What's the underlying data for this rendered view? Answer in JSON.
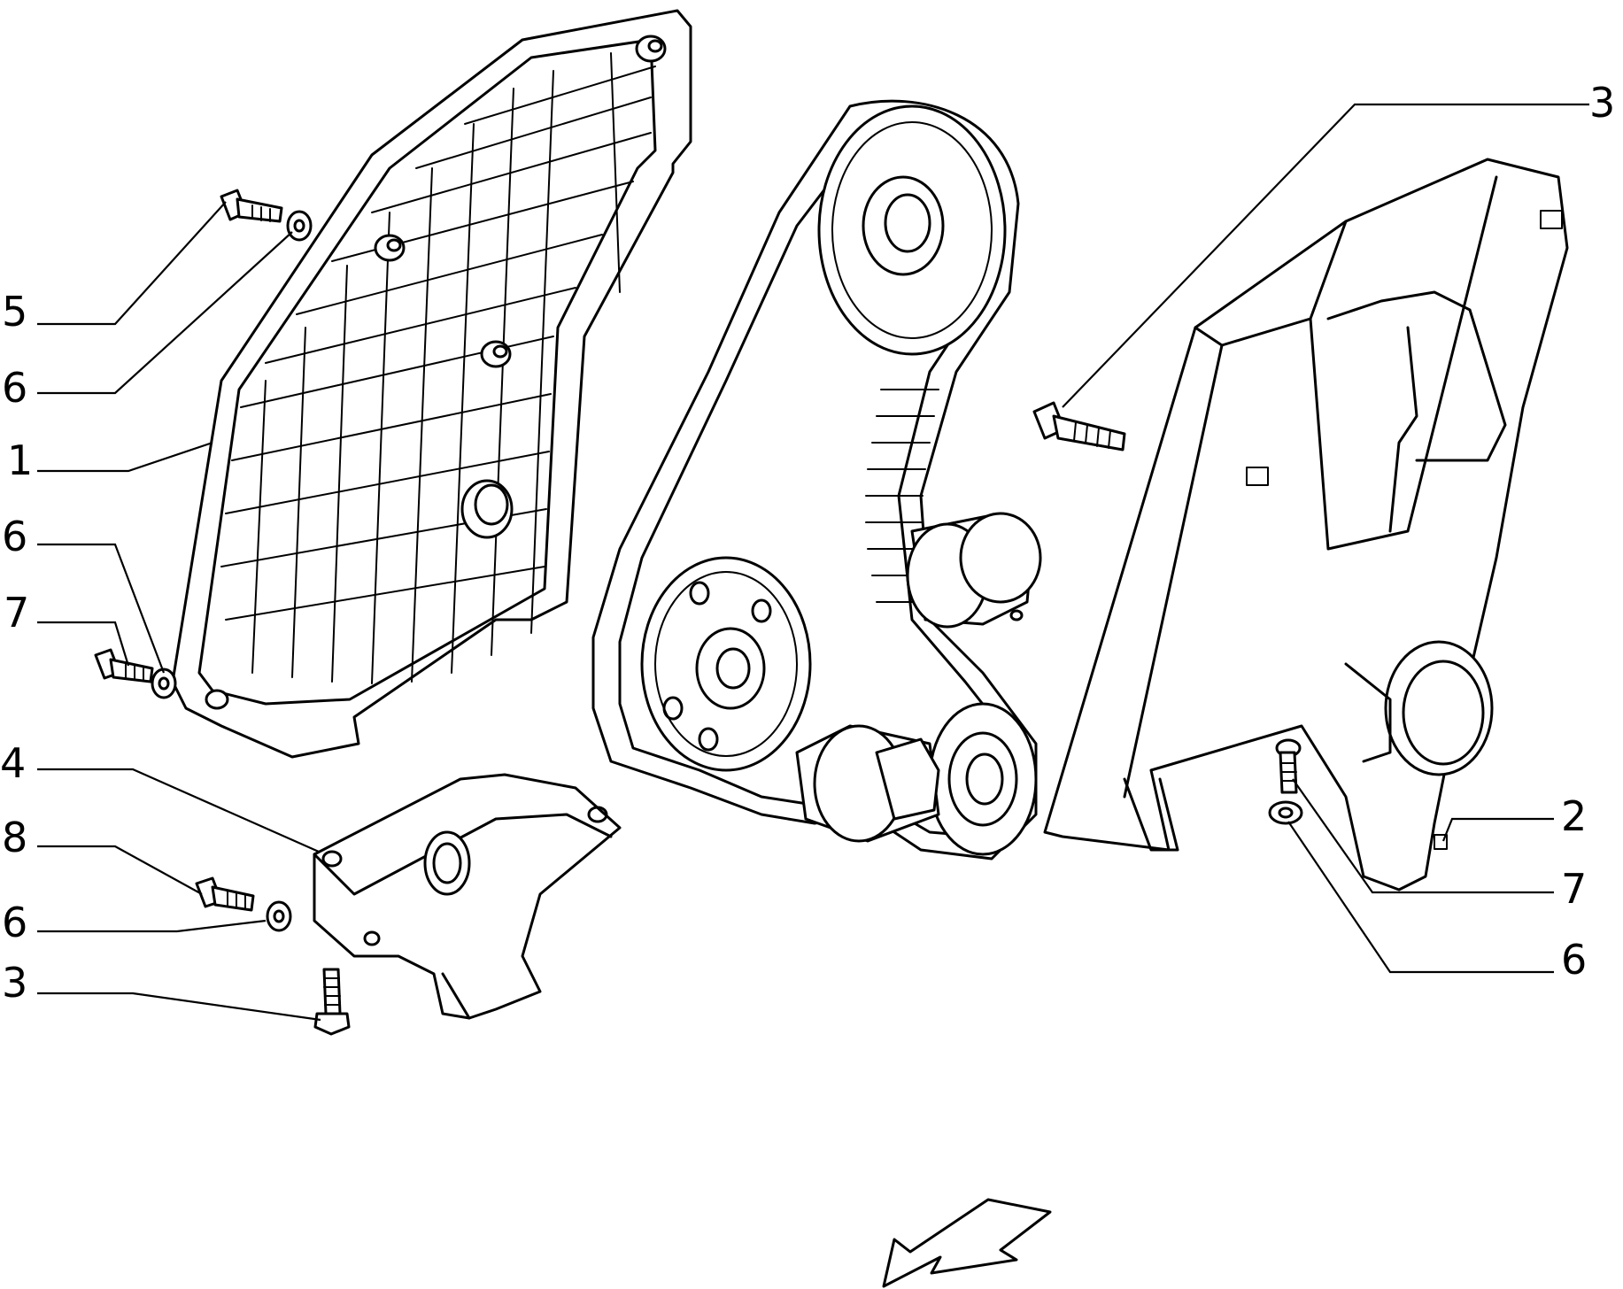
{
  "callouts": {
    "left_5": "5",
    "left_6a": "6",
    "left_1": "1",
    "left_6b": "6",
    "left_7": "7",
    "left_4": "4",
    "left_8": "8",
    "left_6c": "6",
    "left_3": "3",
    "right_3": "3",
    "right_2": "2",
    "right_7": "7",
    "right_6": "6"
  },
  "parts": {
    "rear_cover": "rear-timing-cover",
    "front_cover": "front-timing-cover",
    "belt": "timing-belt",
    "bracket": "support-bracket"
  },
  "colors": {
    "ink": "#000000",
    "paper": "#ffffff"
  }
}
